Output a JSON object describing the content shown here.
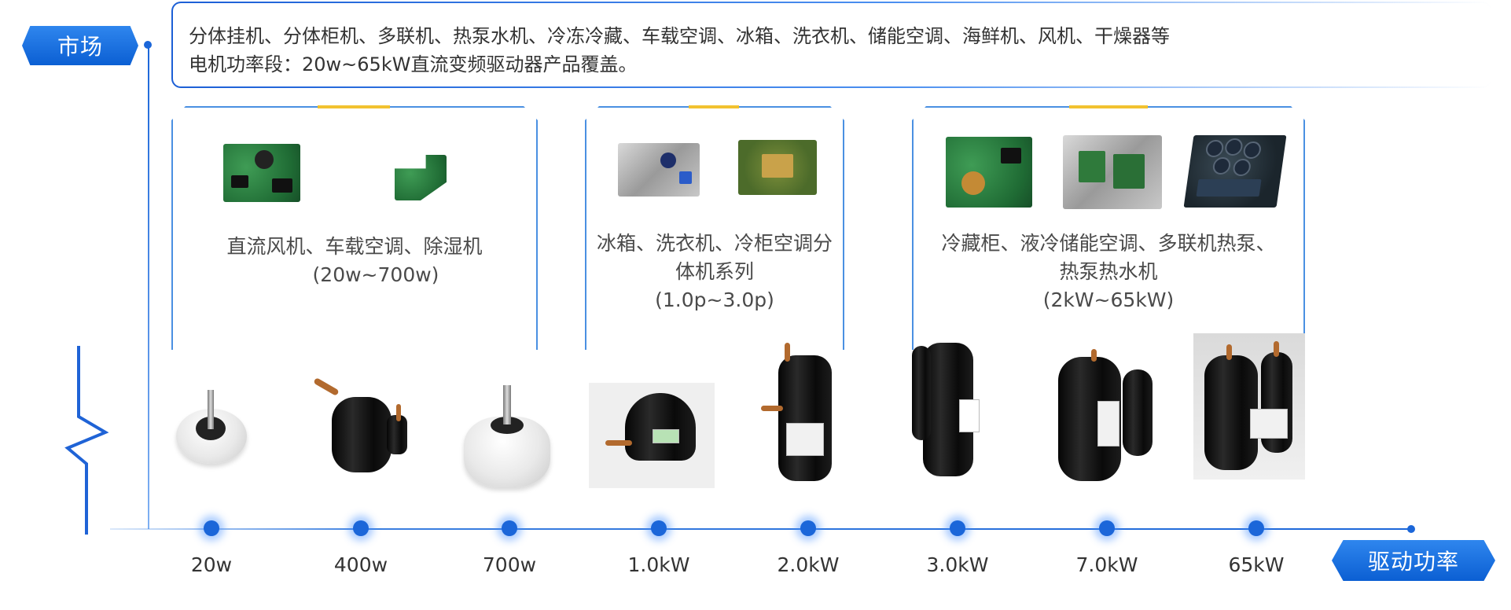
{
  "axis": {
    "market_label": "市场",
    "power_label": "驱动功率"
  },
  "market": {
    "line1": "分体挂机、分体柜机、多联机、热泵水机、冷冻冷藏、车载空调、冰箱、洗衣机、储能空调、海鲜机、风机、干燥器等",
    "line2": "电机功率段：20w~65kW直流变频驱动器产品覆盖。"
  },
  "panels": [
    {
      "line1": "直流风机、车载空调、除湿机",
      "line2": "(20w~700w)"
    },
    {
      "line1": "冰箱、洗衣机、冷柜空调分",
      "line2": "体机系列",
      "line3": "(1.0p~3.0p)"
    },
    {
      "line1": "冷藏柜、液冷储能空调、多联机热泵、",
      "line2": "热泵热水机",
      "line3": "(2kW~65kW)"
    }
  ],
  "ticks": [
    "20w",
    "400w",
    "700w",
    "1.0kW",
    "2.0kW",
    "3.0kW",
    "7.0kW",
    "65kW"
  ],
  "colors": {
    "accent_blue": "#1b66d9",
    "panel_border": "#4a90e2",
    "accent_yellow": "#f2c230"
  }
}
